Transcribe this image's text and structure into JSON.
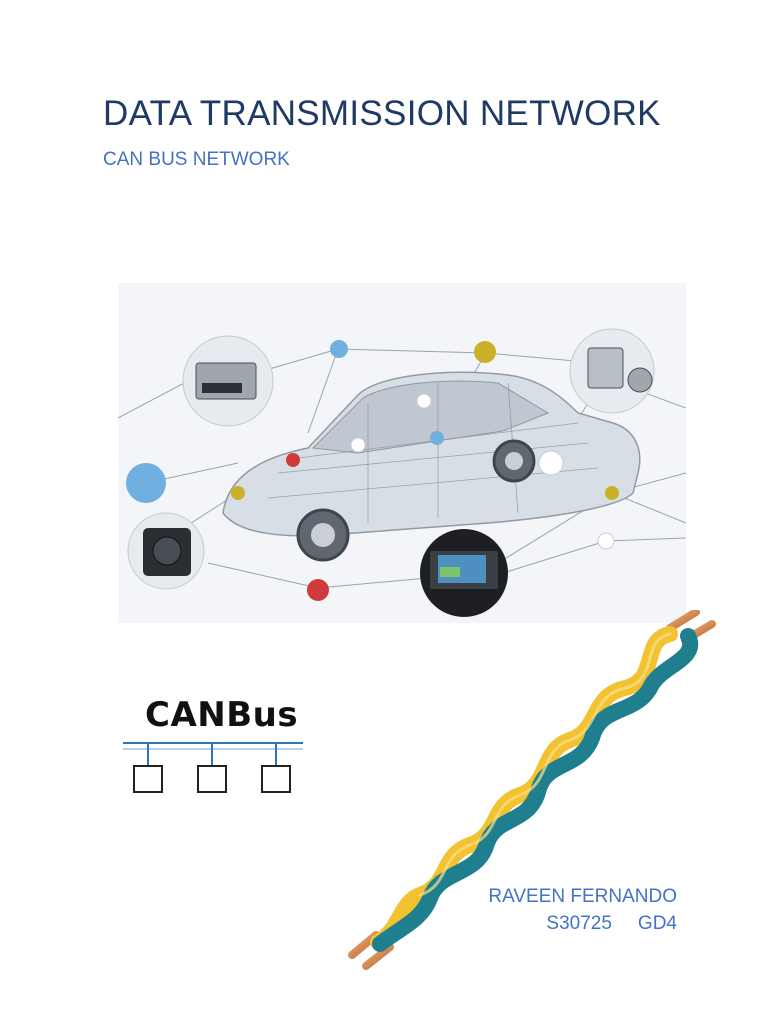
{
  "document": {
    "title": "DATA TRANSMISSION NETWORK",
    "subtitle": "CAN BUS NETWORK"
  },
  "logo": {
    "text": "CANBus"
  },
  "author": {
    "name": "RAVEEN FERNANDO",
    "student_id": "S30725",
    "group": "GD4"
  },
  "colors": {
    "title": "#1f3a64",
    "accent": "#4472c4",
    "bus_line": "#2e75b6",
    "wire_teal": "#1f7f8f",
    "wire_yellow": "#f2c230",
    "copper": "#d98c4a"
  }
}
